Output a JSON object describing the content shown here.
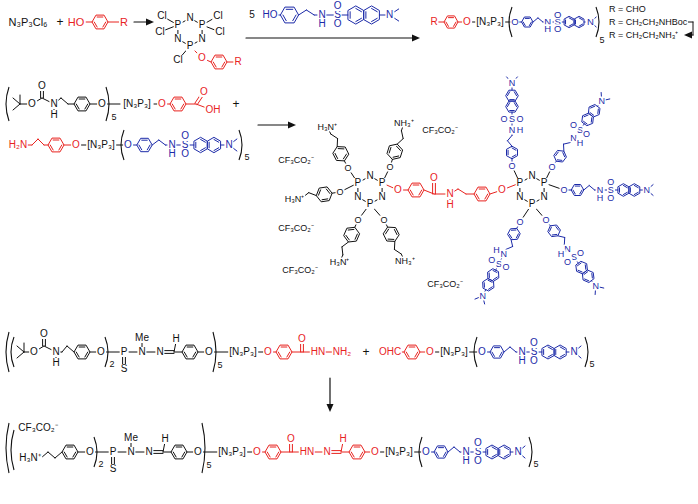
{
  "diagram": {
    "labels": [
      "N₃P₃Cl₆",
      "+",
      "HO",
      "R",
      "P",
      "N",
      "P",
      "N",
      "P",
      "N",
      "Cl",
      "Cl",
      "Cl",
      "Cl",
      "Cl",
      "O",
      "R",
      "5",
      "HO",
      "N",
      "H",
      "S",
      "O",
      "O",
      "N",
      "R",
      "O",
      "[N₃P₃]",
      "O",
      "N",
      "H",
      "S",
      "O",
      "O",
      "N",
      "5",
      "R = CHO",
      "R = CH₂CH₂NHBoc",
      "R = CH₂CH₂NH₃⁺",
      "O",
      "O",
      "N",
      "H",
      "O",
      "5",
      "[N₃P₃]",
      "O",
      "O",
      "OH",
      "+",
      "H₂N",
      "O",
      "[N₃P₃]",
      "O",
      "N",
      "H",
      "S",
      "O",
      "O",
      "N",
      "5",
      "P",
      "N",
      "P",
      "N",
      "P",
      "N",
      "O",
      "H₃N⁺",
      "O",
      "NH₃⁺",
      "O",
      "H₃N⁺",
      "O",
      "H₃N⁺",
      "O",
      "NH₃⁺",
      "CF₃CO₂⁻",
      "CF₃CO₂⁻",
      "CF₃CO₂⁻",
      "CF₃CO₂⁻",
      "CF₃CO₂⁻",
      "O",
      "O",
      "N",
      "H",
      "O",
      "P",
      "N",
      "P",
      "N",
      "P",
      "N",
      "O",
      "N",
      "H",
      "S",
      "O",
      "O",
      "N",
      "O",
      "N",
      "H",
      "S",
      "O",
      "O",
      "N",
      "O",
      "N",
      "H",
      "S",
      "O",
      "O",
      "N",
      "O",
      "N",
      "H",
      "S",
      "O",
      "O",
      "N",
      "O",
      "N",
      "H",
      "S",
      "O",
      "O",
      "N",
      "O",
      "O",
      "N",
      "H",
      "O",
      "2",
      "P",
      "S",
      "N",
      "Me",
      "N",
      "H",
      "O",
      "5",
      "[N₃P₃]",
      "O",
      "O",
      "HN",
      "NH₂",
      "+",
      "OHC",
      "O",
      "[N₃P₃]",
      "O",
      "N",
      "H",
      "S",
      "O",
      "O",
      "N",
      "5",
      "CF₃CO₂⁻",
      "H₃N⁺",
      "O",
      "2",
      "P",
      "S",
      "N",
      "Me",
      "N",
      "H",
      "O",
      "5",
      "[N₃P₃]",
      "O",
      "O",
      "HN",
      "N",
      "H",
      "O",
      "[N₃P₃]",
      "O",
      "N",
      "H",
      "S",
      "O",
      "O",
      "N",
      "5"
    ]
  }
}
